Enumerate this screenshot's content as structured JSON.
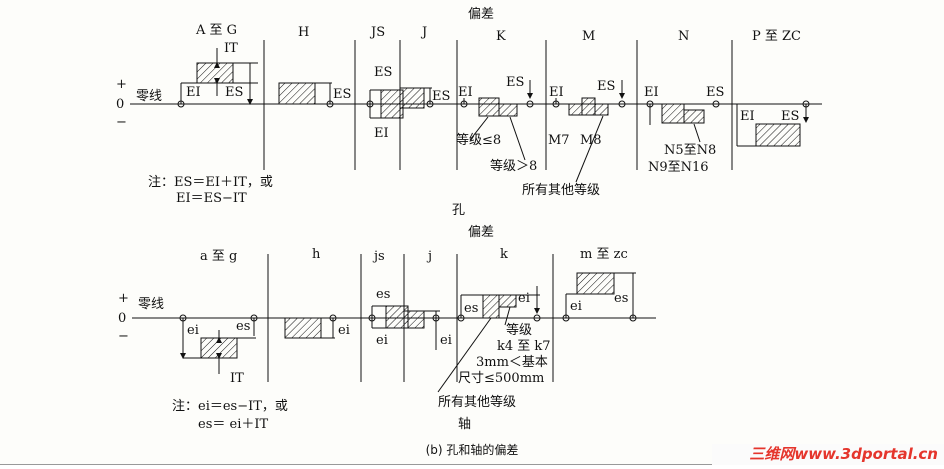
{
  "hole": {
    "title": "偏差",
    "plus": "+",
    "zero": "0",
    "minus": "−",
    "zero_line": "零线",
    "section_label": "孔",
    "labels": {
      "a_to_g": "A 至 G",
      "h": "H",
      "js": "JS",
      "j": "J",
      "k": "K",
      "m": "M",
      "n": "N",
      "p_to_zc": "P 至 ZC",
      "it": "IT",
      "ei": "EI",
      "es": "ES",
      "grade_le8": "等级≤8",
      "grade_gt8": "等级＞8",
      "all_other": "所有其他等级",
      "m7": "M7",
      "m8": "M8",
      "n5_n8": "N5至N8",
      "n9_n16": "N9至N16"
    },
    "note": {
      "line1": "注：ES＝EI＋IT，或",
      "line2": "EI＝ES−IT"
    }
  },
  "shaft": {
    "title": "偏差",
    "plus": "+",
    "zero": "0",
    "minus": "−",
    "zero_line": "零线",
    "section_label": "轴",
    "labels": {
      "a_to_g": "a 至 g",
      "h": "h",
      "js": "js",
      "j": "j",
      "k": "k",
      "m_to_zc": "m 至 zc",
      "it": "IT",
      "ei": "ei",
      "es": "es",
      "grade": "等级",
      "k4_k7": "k4 至 k7",
      "range1": "3mm＜基本",
      "range2": "尺寸≤500mm",
      "all_other": "所有其他等级"
    },
    "note": {
      "line1": "注：ei＝es−IT，或",
      "line2": "es＝ ei＋IT"
    }
  },
  "caption": "(b) 孔和轴的偏差",
  "watermark": "三维网www.3dportal.cn",
  "colors": {
    "ink": "#111111",
    "watermark": "#e5352c"
  }
}
